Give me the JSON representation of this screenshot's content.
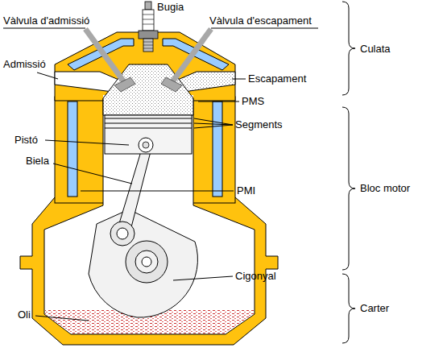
{
  "diagram": {
    "labels": [
      "Bugia",
      "Vàlvula d'admissió",
      "Vàlvula d'escapament",
      "Culata",
      "Admissió",
      "Escapament",
      "PMS",
      "Pistó",
      "Segments",
      "Biela",
      "Bloc motor",
      "PMI",
      "Cigonyal",
      "Carter",
      "Oli"
    ]
  }
}
